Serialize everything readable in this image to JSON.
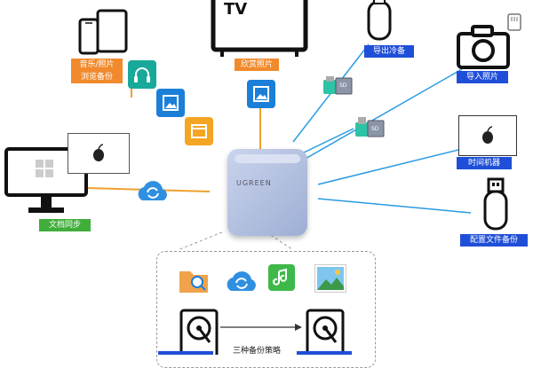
{
  "nodes": {
    "tv": {
      "logo_text": "TV",
      "label": "欣赏照片"
    },
    "music_backup": {
      "label_line1": "音乐/照片",
      "label_line2": "浏览备份"
    },
    "usb_cold": {
      "label": "导出冷备"
    },
    "camera": {
      "label": "导入照片"
    },
    "time_machine": {
      "label": "时间机器"
    },
    "config_backup": {
      "label": "配置文件备份"
    },
    "pc_sync": {
      "label": "文档同步"
    },
    "nas": {
      "brand": "UGREEN"
    },
    "sd_card_1": {
      "text": "SD"
    },
    "sd_card_2": {
      "text": "SD"
    }
  },
  "backup_panel": {
    "strategy_label": "三种备份策略"
  },
  "colors": {
    "orange": "#f08a2c",
    "blue": "#1f4fd8",
    "green": "#3fae3a",
    "line_blue": "#2a9be0",
    "line_orange": "#f0a030",
    "app_teal": "#18a99a",
    "app_blue": "#1b7fd8",
    "app_amber": "#f4a524"
  }
}
